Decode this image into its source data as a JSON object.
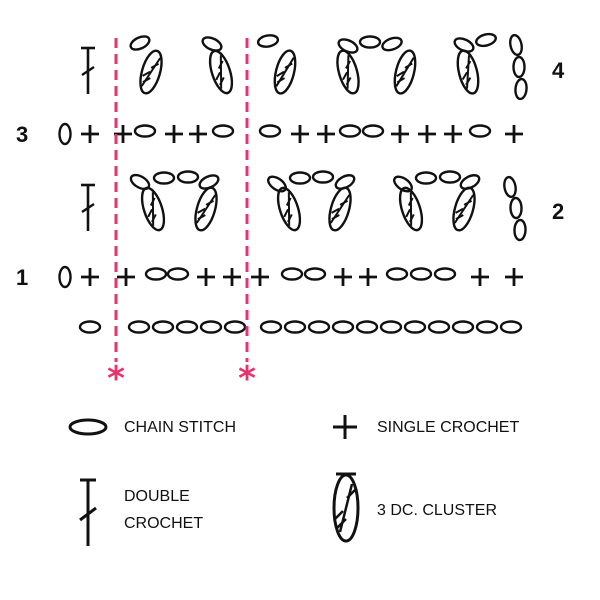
{
  "row_numbers": {
    "r1": "1",
    "r2": "2",
    "r3": "3",
    "r4": "4"
  },
  "repeat_marker": "*",
  "legend": {
    "chain": "CHAIN STITCH",
    "single": "SINGLE CROCHET",
    "double_line1": "DOUBLE",
    "double_line2": "CROCHET",
    "cluster": "3 DC. CLUSTER"
  },
  "colors": {
    "ink": "#111111",
    "repeat": "#e8336d"
  }
}
